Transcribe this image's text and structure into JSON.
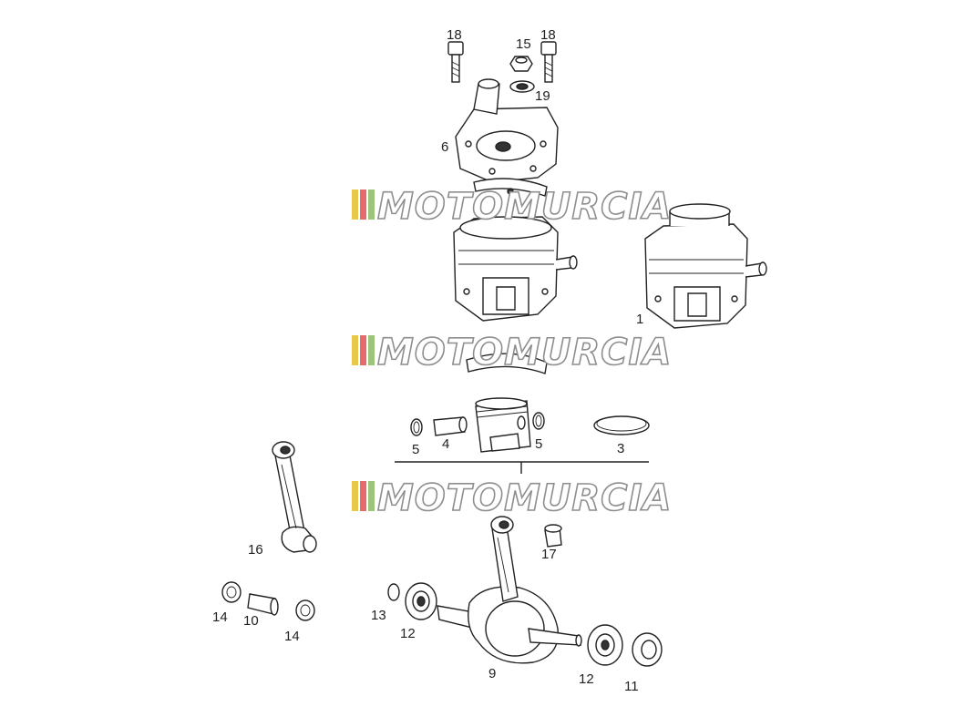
{
  "diagram": {
    "watermark_text": "MOTOMURCIA",
    "watermark_stripe_colors": [
      "#e8c84a",
      "#e86a6a",
      "#9cc47a",
      "#ffffff"
    ],
    "part_labels": {
      "p1": "1",
      "p3": "3",
      "p4": "4",
      "p5a": "5",
      "p5b": "5",
      "p6": "6",
      "p9": "9",
      "p10": "10",
      "p11": "11",
      "p12a": "12",
      "p12b": "12",
      "p13": "13",
      "p14a": "14",
      "p14b": "14",
      "p15": "15",
      "p16": "16",
      "p17": "17",
      "p18a": "18",
      "p18b": "18",
      "p19": "19"
    }
  }
}
